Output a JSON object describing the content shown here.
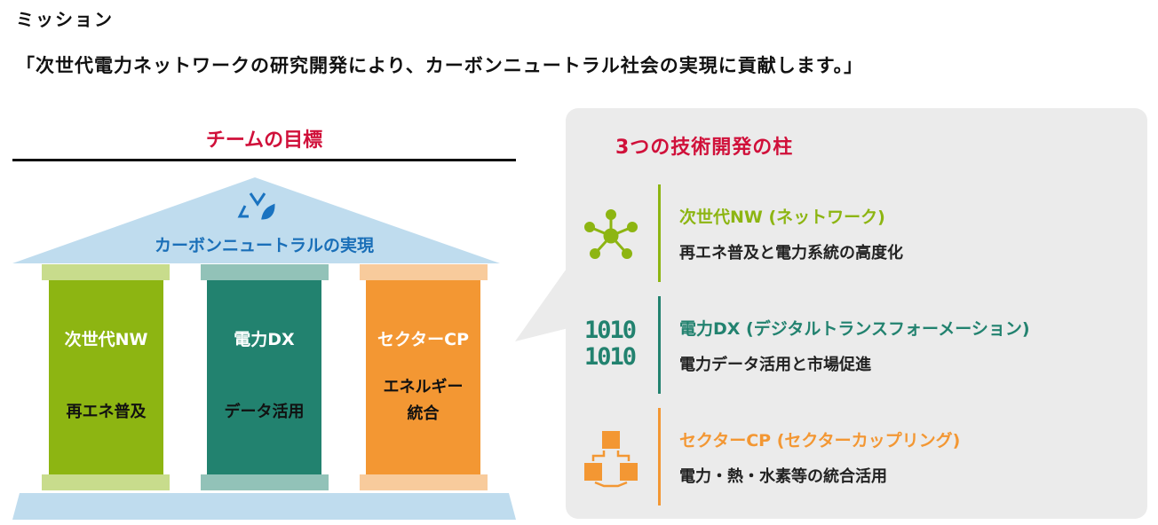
{
  "header": {
    "mission_label": "ミッション",
    "mission_quote": "「次世代電力ネットワークの研究開発により、カーボンニュートラル社会の実現に貢献します。」"
  },
  "team": {
    "title": "チームの目標",
    "roof_label": "カーボンニュートラルの実現",
    "roof_icon": "recycle-leaf-icon",
    "columns": [
      {
        "title": "次世代NW",
        "desc": "再エネ普及",
        "color": "#8db512"
      },
      {
        "title": "電力DX",
        "desc": "データ活用",
        "color": "#22826f"
      },
      {
        "title": "セクターCP",
        "desc": "エネルギー統合",
        "desc1": "エネルギー",
        "desc2": "統合",
        "color": "#f39733"
      }
    ]
  },
  "pillars": {
    "title": "3つの技術開発の柱",
    "items": [
      {
        "title": "次世代NW (ネットワーク)",
        "desc": "再エネ普及と電力系統の高度化",
        "icon": "network-icon",
        "color": "#8db512"
      },
      {
        "title": "電力DX (デジタルトランスフォーメーション)",
        "desc": "電力データ活用と市場促進",
        "icon": "binary-icon",
        "icon_text_1": "1010",
        "icon_text_2": "1010",
        "color": "#22826f"
      },
      {
        "title": "セクターCP (セクターカップリング)",
        "desc": "電力・熱・水素等の統合活用",
        "icon": "cubes-icon",
        "color": "#f39733"
      }
    ]
  },
  "colors": {
    "accent_red": "#d0103a",
    "roof_blue": "#bfdcee",
    "roof_text": "#1a6fb8"
  }
}
